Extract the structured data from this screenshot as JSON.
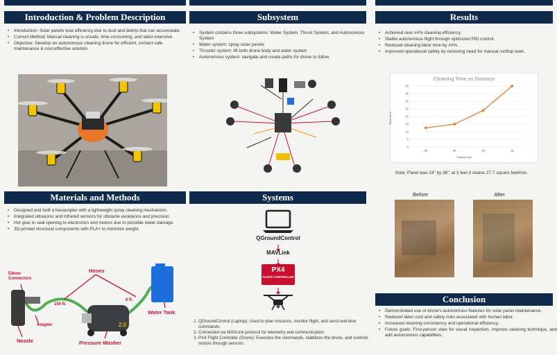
{
  "intro": {
    "title": "Introduction & Problem Description",
    "bullets": [
      "Introduction: Solar panels lose efficiency due to dust and debris that can accumulate.",
      "Current Method: Manual cleaning is unsafe, time-consuming, and labor-intensive.",
      "Objective: Develop an autonomous cleaning drone for efficient, contact-safe maintenance & cost-effective solution."
    ]
  },
  "materials": {
    "title": "Materials and Methods",
    "bullets": [
      "Designed and built a hexacopter with a lightweight spray cleaning mechanism.",
      "Integrated ultrasonic and infrared sensors for obstacle avoidance and precision.",
      "Hot glue to seal opening to electronics and motors due to possible water damage.",
      "3D-printed structural components with PLA+ to minimize weight."
    ],
    "diagram": {
      "elbow": "Elbow Connectors",
      "hoses": "Hoses",
      "len1": "150 ft.",
      "len2": "6 ft.",
      "adapter": "Adapter",
      "nozzle": "Nozzle",
      "washer": "Pressure Washer",
      "tank": "Water Tank",
      "washer_mark": "2.0"
    }
  },
  "subsystem": {
    "title": "Subsystem",
    "bullets": [
      "System contains three subsystems: Water System, Thrust System, and Autonomous System",
      "Water system: spray solar panels",
      "Thruster system: lift both drone body and water system",
      "Autonomous system: navigate and create paths for drone to follow"
    ]
  },
  "systems": {
    "title": "Systems",
    "qgc": "QGroundControl",
    "mavlink": "MAVLink",
    "px4": "PX4",
    "px4_sub": "FLIGHT CONTROLLER",
    "items": [
      "QGroundControl (Laptop): Used to plan missions, monitor flight, and send real-time commands.",
      "Connected via MAVLink protocol for telemetry and communication.",
      "PX4 Flight Controller (Drone): Executes the commands, stabilizes the drone, and controls motors through sensors."
    ]
  },
  "results": {
    "title": "Results",
    "bullets": [
      "Achieved over ##% cleaning efficiency.",
      "Stable autonomous flight through optimized PID control.",
      "Reduced cleaning labor time by ##%.",
      "Improved operational safety by removing need for manual rooftop work."
    ],
    "note": "Note: Panel was 24\" by 36\"; at 3 feet it cleans 27.7 square feet/min.",
    "before": "Before",
    "after": "After"
  },
  "chart_data": {
    "type": "line",
    "title": "Cleaning Time vs Distance",
    "xlabel": "Distance (ft)",
    "ylabel": "Time (sec)",
    "categories": [
      "2ft",
      "2ft",
      "3ft",
      "4ft"
    ],
    "values": [
      12.5,
      15,
      24,
      40
    ],
    "ylim": [
      0,
      40
    ],
    "yticks": [
      0,
      5,
      10,
      15,
      20,
      25,
      30,
      35,
      40
    ],
    "grid": true,
    "color": "#e87722"
  },
  "conclusion": {
    "title": "Conclusion",
    "bullets": [
      "Demonstrated use of drone's autonomous features for solar panel maintenance.",
      "Reduced labor cost and safety risks associated with human labor.",
      "Increased cleaning consistency and operational efficiency.",
      "Future goals: First-person view for visual inspection, improve cleaning technique, and add autonomous capabilities."
    ]
  },
  "colors": {
    "header": "#0f2a4a",
    "accent_red": "#c8102e",
    "chart_line": "#e87722"
  }
}
